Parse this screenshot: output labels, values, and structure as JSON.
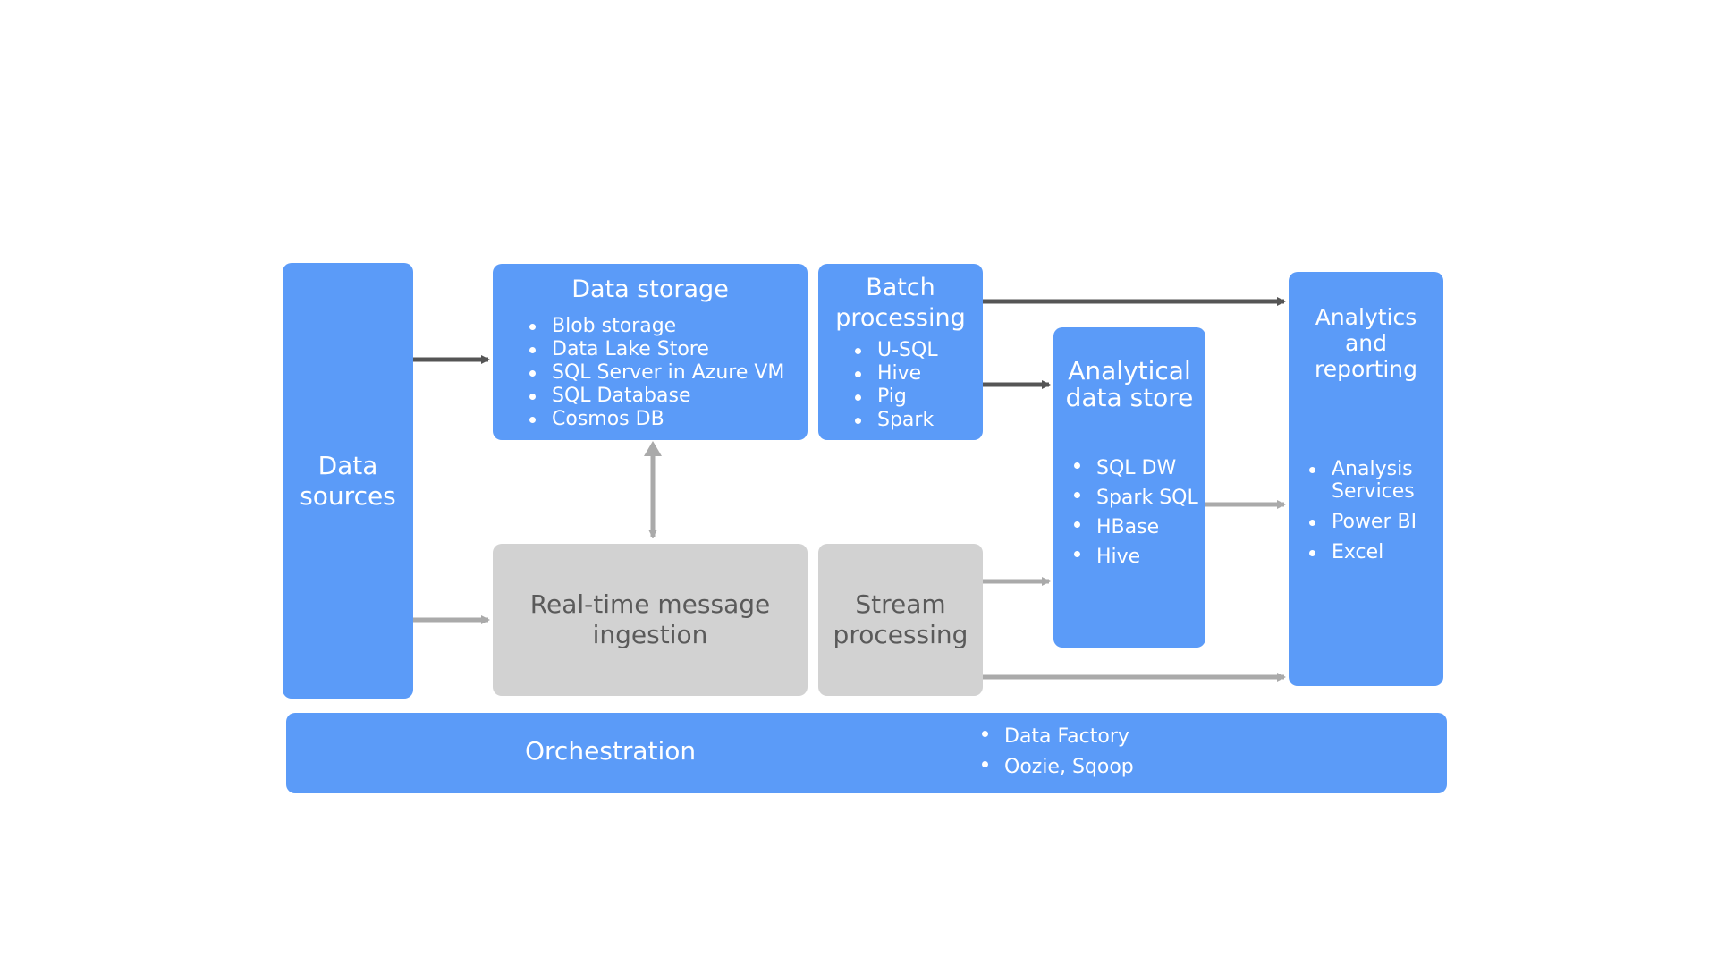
{
  "colors": {
    "blue_box": "#5b9bf8",
    "grey_box": "#d2d2d2",
    "dark_arrow": "#555555",
    "light_arrow": "#aaaaaa"
  },
  "data_sources": {
    "title": "Data\nsources"
  },
  "data_storage": {
    "title": "Data storage",
    "items": [
      "Blob storage",
      "Data Lake Store",
      "SQL Server in Azure VM",
      "SQL Database",
      "Cosmos DB"
    ]
  },
  "batch_processing": {
    "title": "Batch\nprocessing",
    "items": [
      "U-SQL",
      "Hive",
      "Pig",
      "Spark"
    ]
  },
  "analytical_data_store": {
    "title": "Analytical\ndata store",
    "items": [
      "SQL DW",
      "Spark SQL",
      "HBase",
      "Hive"
    ]
  },
  "analytics_reporting": {
    "title": "Analytics\nand\nreporting",
    "items": [
      "Analysis\nServices",
      "Power BI",
      "Excel"
    ]
  },
  "realtime_ingestion": {
    "title": "Real-time message\ningestion"
  },
  "stream_processing": {
    "title": "Stream\nprocessing"
  },
  "orchestration": {
    "title": "Orchestration",
    "items": [
      "Data Factory",
      "Oozie, Sqoop"
    ]
  }
}
